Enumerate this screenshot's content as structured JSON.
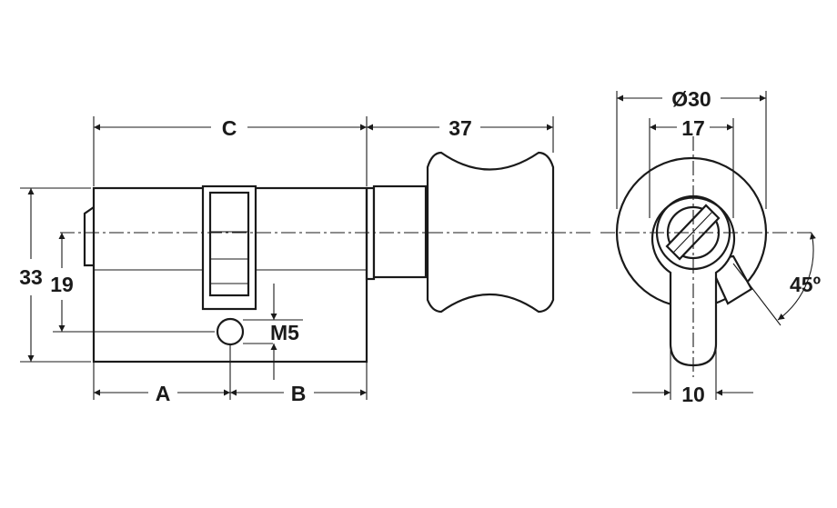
{
  "diagram": {
    "labels": {
      "dim_c": "C",
      "dim_37": "37",
      "dim_33": "33",
      "dim_19": "19",
      "dim_m5": "M5",
      "dim_a": "A",
      "dim_b": "B",
      "dim_d30": "Ø30",
      "dim_17": "17",
      "dim_45": "45º",
      "dim_10": "10"
    }
  }
}
